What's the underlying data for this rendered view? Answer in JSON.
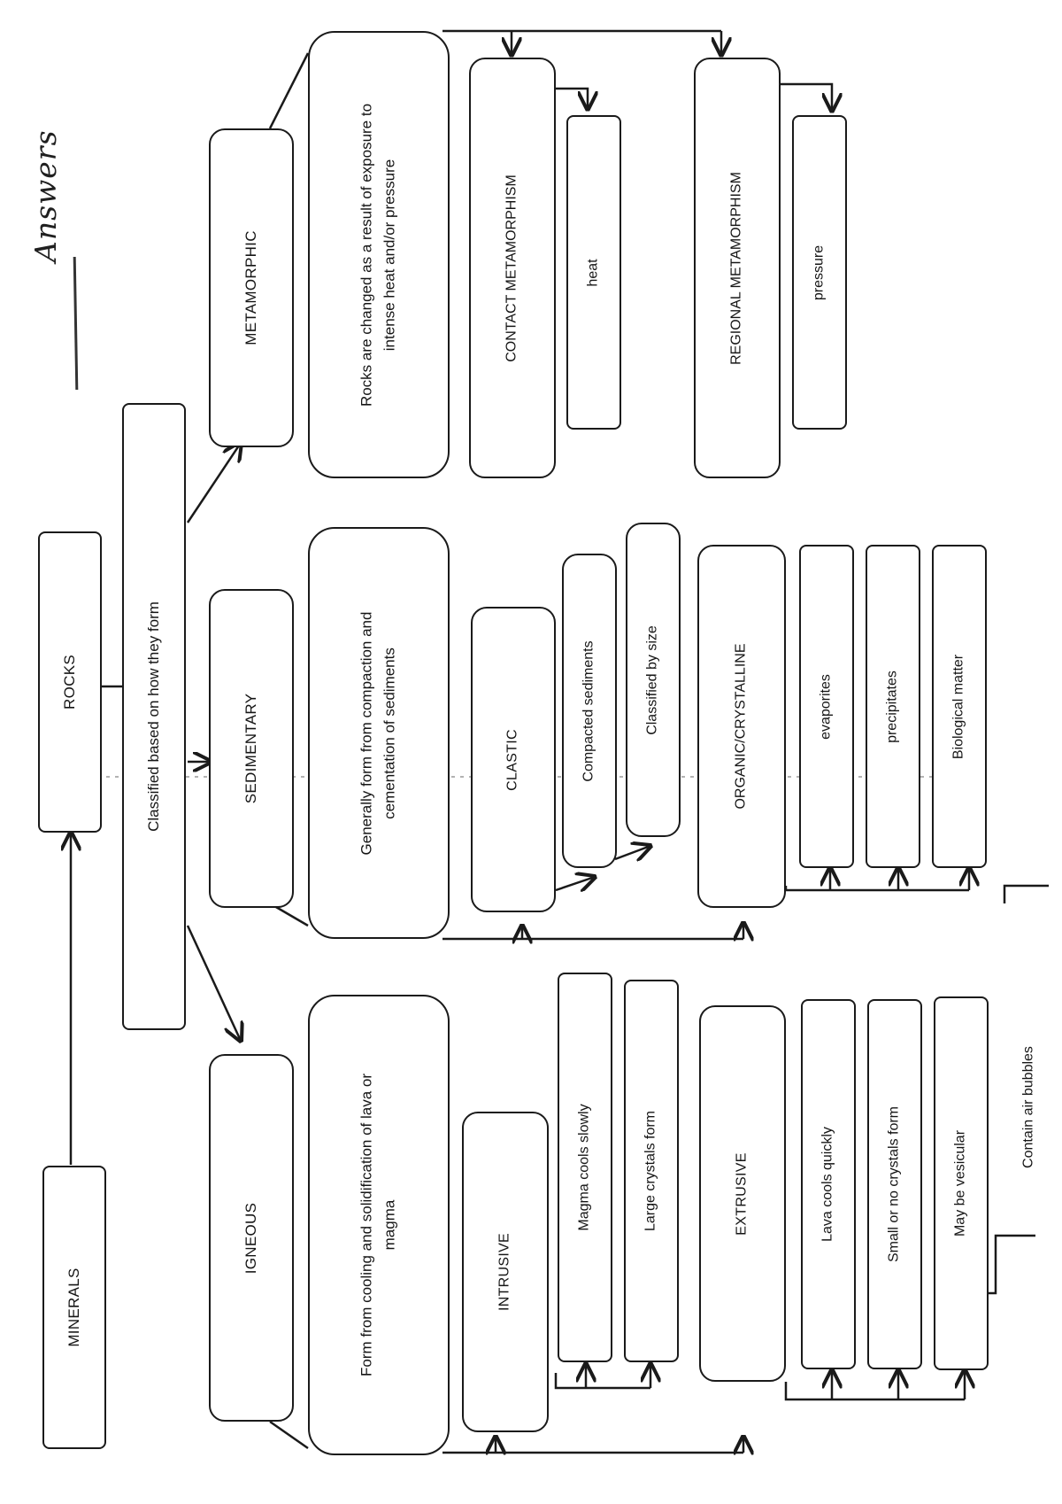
{
  "header": {
    "handwritten_note": "Answers"
  },
  "nodes": {
    "minerals": "MINERALS",
    "rocks": "ROCKS",
    "classified": "Classified based on how they form",
    "igneous": {
      "title": "IGNEOUS",
      "description": "Form from cooling and solidification of lava or\nmagma",
      "intrusive": {
        "title": "INTRUSIVE",
        "facts": [
          "Magma cools slowly",
          "Large crystals form"
        ]
      },
      "extrusive": {
        "title": "EXTRUSIVE",
        "facts": [
          "Lava cools quickly",
          "Small or no crystals form",
          "May be vesicular"
        ],
        "subfact": "Contain air bubbles"
      }
    },
    "sedimentary": {
      "title": "SEDIMENTARY",
      "description": "Generally form from compaction and\ncementation of sediments",
      "clastic": {
        "title": "CLASTIC",
        "facts": [
          "Compacted sediments",
          "Classified by size"
        ]
      },
      "organic": {
        "title": "ORGANIC/CRYSTALLINE",
        "facts": [
          "evaporites",
          "precipitates",
          "Biological matter"
        ]
      }
    },
    "metamorphic": {
      "title": "METAMORPHIC",
      "description": "Rocks are changed as a result of exposure to\nintense heat and/or pressure",
      "contact": {
        "title": "CONTACT METAMORPHISM",
        "fact": "heat"
      },
      "regional": {
        "title": "REGIONAL METAMORPHISM",
        "fact": "pressure"
      }
    }
  },
  "colors": {
    "ink": "#1a1a1a",
    "paper": "#ffffff"
  }
}
